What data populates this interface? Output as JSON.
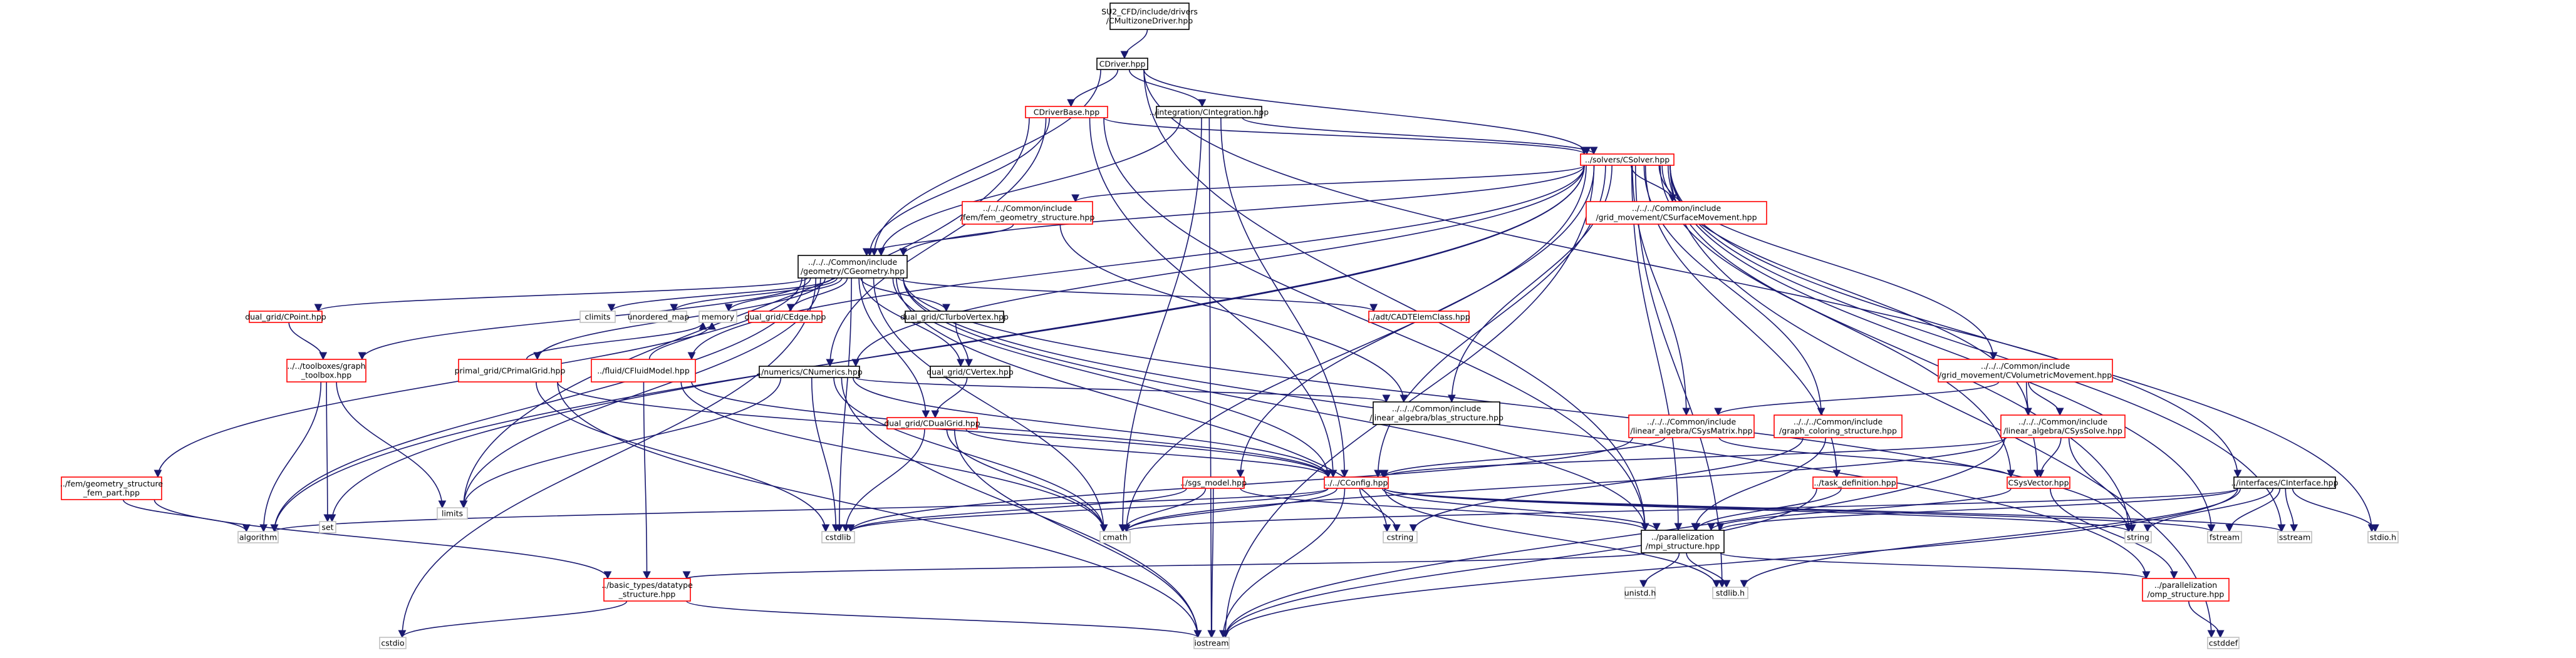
{
  "graph": {
    "colors": {
      "root_fill": "#bfbfbf",
      "linked_border": "#000000",
      "undocumented_border": "#ff0000",
      "system_border": "#bfbfbf",
      "edge": "#191970"
    },
    "nodes": [
      {
        "id": "root",
        "lines": [
          "SU2_CFD/include/drivers",
          "/CMultizoneDriver.hpp"
        ],
        "kind": "root"
      },
      {
        "id": "cdriver",
        "lines": [
          "CDriver.hpp"
        ],
        "kind": "linked"
      },
      {
        "id": "cdriverbase",
        "lines": [
          "CDriverBase.hpp"
        ],
        "kind": "undocumented"
      },
      {
        "id": "cintegration",
        "lines": [
          "../integration/CIntegration.hpp"
        ],
        "kind": "linked"
      },
      {
        "id": "csolver",
        "lines": [
          "../solvers/CSolver.hpp"
        ],
        "kind": "undocumented"
      },
      {
        "id": "femgeom",
        "lines": [
          "../../../Common/include",
          "/fem/fem_geometry_structure.hpp"
        ],
        "kind": "undocumented"
      },
      {
        "id": "csurfmove",
        "lines": [
          "../../../Common/include",
          "/grid_movement/CSurfaceMovement.hpp"
        ],
        "kind": "undocumented"
      },
      {
        "id": "cgeometry",
        "lines": [
          "../../../Common/include",
          "/geometry/CGeometry.hpp"
        ],
        "kind": "linked"
      },
      {
        "id": "cpoint",
        "lines": [
          "dual_grid/CPoint.hpp"
        ],
        "kind": "undocumented"
      },
      {
        "id": "climits",
        "lines": [
          "climits"
        ],
        "kind": "system"
      },
      {
        "id": "unordered_map",
        "lines": [
          "unordered_map"
        ],
        "kind": "system"
      },
      {
        "id": "memory",
        "lines": [
          "memory"
        ],
        "kind": "system"
      },
      {
        "id": "cedge",
        "lines": [
          "dual_grid/CEdge.hpp"
        ],
        "kind": "undocumented"
      },
      {
        "id": "cturbovertex",
        "lines": [
          "dual_grid/CTurboVertex.hpp"
        ],
        "kind": "linked"
      },
      {
        "id": "cvertex",
        "lines": [
          "dual_grid/CVertex.hpp"
        ],
        "kind": "linked"
      },
      {
        "id": "cadtelem",
        "lines": [
          "../adt/CADTElemClass.hpp"
        ],
        "kind": "undocumented"
      },
      {
        "id": "toolbox",
        "lines": [
          "../../toolboxes/graph",
          "_toolbox.hpp"
        ],
        "kind": "undocumented"
      },
      {
        "id": "cprimalgrid",
        "lines": [
          "primal_grid/CPrimalGrid.hpp"
        ],
        "kind": "undocumented"
      },
      {
        "id": "cfluidmodel",
        "lines": [
          "../fluid/CFluidModel.hpp"
        ],
        "kind": "undocumented"
      },
      {
        "id": "cnumerics",
        "lines": [
          "../numerics/CNumerics.hpp"
        ],
        "kind": "linked"
      },
      {
        "id": "blas",
        "lines": [
          "../../../Common/include",
          "/linear_algebra/blas_structure.hpp"
        ],
        "kind": "linked"
      },
      {
        "id": "cvolmove",
        "lines": [
          "../../../Common/include",
          "/grid_movement/CVolumetricMovement.hpp"
        ],
        "kind": "undocumented"
      },
      {
        "id": "csysmatrix",
        "lines": [
          "../../../Common/include",
          "/linear_algebra/CSysMatrix.hpp"
        ],
        "kind": "undocumented"
      },
      {
        "id": "graphcolor",
        "lines": [
          "../../../Common/include",
          "/graph_coloring_structure.hpp"
        ],
        "kind": "undocumented"
      },
      {
        "id": "csyssolve",
        "lines": [
          "../../../Common/include",
          "/linear_algebra/CSysSolve.hpp"
        ],
        "kind": "undocumented"
      },
      {
        "id": "cdualgrid",
        "lines": [
          "dual_grid/CDualGrid.hpp"
        ],
        "kind": "undocumented"
      },
      {
        "id": "femstruct",
        "lines": [
          "../fem/geometry_structure",
          "_fem_part.hpp"
        ],
        "kind": "undocumented"
      },
      {
        "id": "sgs",
        "lines": [
          "../sgs_model.hpp"
        ],
        "kind": "undocumented"
      },
      {
        "id": "cconfig",
        "lines": [
          "../../CConfig.hpp"
        ],
        "kind": "undocumented"
      },
      {
        "id": "taskdef",
        "lines": [
          "../task_definition.hpp"
        ],
        "kind": "undocumented"
      },
      {
        "id": "csysvector",
        "lines": [
          "CSysVector.hpp"
        ],
        "kind": "undocumented"
      },
      {
        "id": "cinterface",
        "lines": [
          "../interfaces/CInterface.hpp"
        ],
        "kind": "linked"
      },
      {
        "id": "set",
        "lines": [
          "set"
        ],
        "kind": "system"
      },
      {
        "id": "limits",
        "lines": [
          "limits"
        ],
        "kind": "system"
      },
      {
        "id": "algorithm",
        "lines": [
          "algorithm"
        ],
        "kind": "system"
      },
      {
        "id": "cstdlib",
        "lines": [
          "cstdlib"
        ],
        "kind": "system"
      },
      {
        "id": "cmath",
        "lines": [
          "cmath"
        ],
        "kind": "system"
      },
      {
        "id": "cstring",
        "lines": [
          "cstring"
        ],
        "kind": "system"
      },
      {
        "id": "string",
        "lines": [
          "string"
        ],
        "kind": "system"
      },
      {
        "id": "fstream",
        "lines": [
          "fstream"
        ],
        "kind": "system"
      },
      {
        "id": "sstream",
        "lines": [
          "sstream"
        ],
        "kind": "system"
      },
      {
        "id": "stdio_h",
        "lines": [
          "stdio.h"
        ],
        "kind": "system"
      },
      {
        "id": "mpi",
        "lines": [
          "../parallelization",
          "/mpi_structure.hpp"
        ],
        "kind": "linked"
      },
      {
        "id": "datatype",
        "lines": [
          "../basic_types/datatype",
          "_structure.hpp"
        ],
        "kind": "undocumented"
      },
      {
        "id": "unistd",
        "lines": [
          "unistd.h"
        ],
        "kind": "system"
      },
      {
        "id": "stdlib_h",
        "lines": [
          "stdlib.h"
        ],
        "kind": "system"
      },
      {
        "id": "omp",
        "lines": [
          "../parallelization",
          "/omp_structure.hpp"
        ],
        "kind": "undocumented"
      },
      {
        "id": "cstdio",
        "lines": [
          "cstdio"
        ],
        "kind": "system"
      },
      {
        "id": "iostream",
        "lines": [
          "iostream"
        ],
        "kind": "system"
      },
      {
        "id": "cstddef",
        "lines": [
          "cstddef"
        ],
        "kind": "system"
      }
    ],
    "edges": [
      [
        "root",
        "cdriver"
      ],
      [
        "cdriver",
        "cdriverbase"
      ],
      [
        "cdriver",
        "cintegration"
      ],
      [
        "cdriver",
        "csolver"
      ],
      [
        "cdriver",
        "cgeometry"
      ],
      [
        "cdriver",
        "cinterface"
      ],
      [
        "cdriver",
        "mpi"
      ],
      [
        "cdriverbase",
        "csolver"
      ],
      [
        "cdriverbase",
        "cgeometry"
      ],
      [
        "cdriverbase",
        "cnumerics"
      ],
      [
        "cdriverbase",
        "cconfig"
      ],
      [
        "cdriverbase",
        "mpi"
      ],
      [
        "cdriverbase",
        "limits"
      ],
      [
        "cintegration",
        "csolver"
      ],
      [
        "cintegration",
        "cgeometry"
      ],
      [
        "cintegration",
        "cconfig"
      ],
      [
        "cintegration",
        "cmath"
      ],
      [
        "cintegration",
        "iostream"
      ],
      [
        "csolver",
        "femgeom"
      ],
      [
        "csolver",
        "csurfmove"
      ],
      [
        "csolver",
        "cgeometry"
      ],
      [
        "csolver",
        "cvolmove"
      ],
      [
        "csolver",
        "csysmatrix"
      ],
      [
        "csolver",
        "graphcolor"
      ],
      [
        "csolver",
        "csyssolve"
      ],
      [
        "csolver",
        "csysvector"
      ],
      [
        "csolver",
        "cnumerics"
      ],
      [
        "csolver",
        "cfluidmodel"
      ],
      [
        "csolver",
        "sgs"
      ],
      [
        "csolver",
        "cconfig"
      ],
      [
        "csolver",
        "taskdef"
      ],
      [
        "csolver",
        "blas"
      ],
      [
        "csolver",
        "mpi"
      ],
      [
        "csolver",
        "set"
      ],
      [
        "csolver",
        "algorithm"
      ],
      [
        "csolver",
        "cmath"
      ],
      [
        "csolver",
        "string"
      ],
      [
        "csolver",
        "fstream"
      ],
      [
        "csolver",
        "sstream"
      ],
      [
        "csolver",
        "stdio_h"
      ],
      [
        "csolver",
        "stdlib_h"
      ],
      [
        "csolver",
        "cstddef"
      ],
      [
        "csolver",
        "iostream"
      ],
      [
        "femgeom",
        "cgeometry"
      ],
      [
        "femgeom",
        "blas"
      ],
      [
        "cgeometry",
        "cpoint"
      ],
      [
        "cgeometry",
        "climits"
      ],
      [
        "cgeometry",
        "unordered_map"
      ],
      [
        "cgeometry",
        "memory"
      ],
      [
        "cgeometry",
        "cedge"
      ],
      [
        "cgeometry",
        "cturbovertex"
      ],
      [
        "cgeometry",
        "cvertex"
      ],
      [
        "cgeometry",
        "cadtelem"
      ],
      [
        "cgeometry",
        "cprimalgrid"
      ],
      [
        "cgeometry",
        "cdualgrid"
      ],
      [
        "cgeometry",
        "femstruct"
      ],
      [
        "cgeometry",
        "cconfig"
      ],
      [
        "cgeometry",
        "toolbox"
      ],
      [
        "cgeometry",
        "limits"
      ],
      [
        "cgeometry",
        "algorithm"
      ],
      [
        "cgeometry",
        "cstdlib"
      ],
      [
        "cgeometry",
        "cmath"
      ],
      [
        "cgeometry",
        "cstring"
      ],
      [
        "cgeometry",
        "string"
      ],
      [
        "cgeometry",
        "cstdio"
      ],
      [
        "cgeometry",
        "omp"
      ],
      [
        "cgeometry",
        "mpi"
      ],
      [
        "cpoint",
        "toolbox"
      ],
      [
        "toolbox",
        "set"
      ],
      [
        "toolbox",
        "limits"
      ],
      [
        "toolbox",
        "algorithm"
      ],
      [
        "cturbovertex",
        "cvertex"
      ],
      [
        "cvertex",
        "cdualgrid"
      ],
      [
        "cdualgrid",
        "cconfig"
      ],
      [
        "cdualgrid",
        "cstdlib"
      ],
      [
        "cdualgrid",
        "cmath"
      ],
      [
        "cdualgrid",
        "iostream"
      ],
      [
        "cprimalgrid",
        "memory"
      ],
      [
        "cprimalgrid",
        "cstdlib"
      ],
      [
        "cprimalgrid",
        "iostream"
      ],
      [
        "cprimalgrid",
        "cconfig"
      ],
      [
        "cfluidmodel",
        "memory"
      ],
      [
        "cfluidmodel",
        "datatype"
      ],
      [
        "cfluidmodel",
        "cconfig"
      ],
      [
        "cfluidmodel",
        "cmath"
      ],
      [
        "cnumerics",
        "limits"
      ],
      [
        "cnumerics",
        "cconfig"
      ],
      [
        "cnumerics",
        "cstdlib"
      ],
      [
        "cnumerics",
        "cmath"
      ],
      [
        "cnumerics",
        "iostream"
      ],
      [
        "cnumerics",
        "blas"
      ],
      [
        "femstruct",
        "algorithm"
      ],
      [
        "femstruct",
        "datatype"
      ],
      [
        "cvolmove",
        "csysmatrix"
      ],
      [
        "cvolmove",
        "csyssolve"
      ],
      [
        "cvolmove",
        "csysvector"
      ],
      [
        "csysmatrix",
        "cconfig"
      ],
      [
        "csysmatrix",
        "csysvector"
      ],
      [
        "csysmatrix",
        "cstdlib"
      ],
      [
        "graphcolor",
        "mpi"
      ],
      [
        "graphcolor",
        "cstring"
      ],
      [
        "csyssolve",
        "cconfig"
      ],
      [
        "csyssolve",
        "csysvector"
      ],
      [
        "csyssolve",
        "cmath"
      ],
      [
        "csyssolve",
        "iostream"
      ],
      [
        "csyssolve",
        "string"
      ],
      [
        "csysvector",
        "mpi"
      ],
      [
        "csysvector",
        "omp"
      ],
      [
        "sgs",
        "mpi"
      ],
      [
        "sgs",
        "cmath"
      ],
      [
        "sgs",
        "cstdlib"
      ],
      [
        "sgs",
        "iostream"
      ],
      [
        "cconfig",
        "mpi"
      ],
      [
        "cconfig",
        "algorithm"
      ],
      [
        "cconfig",
        "cstdlib"
      ],
      [
        "cconfig",
        "cmath"
      ],
      [
        "cconfig",
        "cstring"
      ],
      [
        "cconfig",
        "string"
      ],
      [
        "cconfig",
        "fstream"
      ],
      [
        "cconfig",
        "sstream"
      ],
      [
        "cconfig",
        "stdlib_h"
      ],
      [
        "cconfig",
        "iostream"
      ],
      [
        "taskdef",
        "mpi"
      ],
      [
        "taskdef",
        "iostream"
      ],
      [
        "cinterface",
        "mpi"
      ],
      [
        "cinterface",
        "cmath"
      ],
      [
        "cinterface",
        "string"
      ],
      [
        "cinterface",
        "fstream"
      ],
      [
        "cinterface",
        "sstream"
      ],
      [
        "cinterface",
        "stdio_h"
      ],
      [
        "cinterface",
        "stdlib_h"
      ],
      [
        "cinterface",
        "iostream"
      ],
      [
        "mpi",
        "datatype"
      ],
      [
        "mpi",
        "unistd"
      ],
      [
        "mpi",
        "stdlib_h"
      ],
      [
        "mpi",
        "omp"
      ],
      [
        "datatype",
        "iostream"
      ],
      [
        "datatype",
        "cstdio"
      ],
      [
        "omp",
        "cstddef"
      ]
    ]
  }
}
